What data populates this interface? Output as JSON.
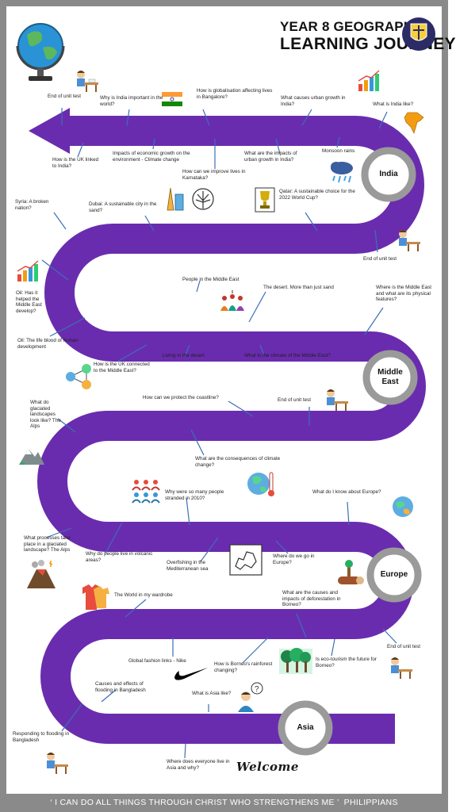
{
  "header": {
    "title_line1": "YEAR 8 GEOGRAPHY",
    "title_line2": "LEARNING JOURNEY"
  },
  "footer": {
    "motto": "‘ I CAN DO ALL THINGS THROUGH CHRIST WHO STRENGTHENS ME ’",
    "reference": "PHILIPPIANS"
  },
  "hubs": {
    "india": "India",
    "middle_east_1": "Middle",
    "middle_east_2": "East",
    "europe": "Europe",
    "asia": "Asia"
  },
  "labels": {
    "end_unit_top": "End of unit test",
    "why_india": "Why is India important in the world?",
    "globalisation": "How is globalisation affecting lives in Bangalore?",
    "urban_growth_cause": "What causes urban growth in India?",
    "what_india_like": "What is India like?",
    "uk_linked_india": "How is the UK linked to India?",
    "econ_growth": "Impacts of economic growth on the environment - Climate change",
    "urban_growth_impacts": "What are the impacts of urban growth in India?",
    "monsoon": "Monsoon rains",
    "improve_karnataka": "How can we improve lives in Karnataka?",
    "syria": "Syria: A broken nation?",
    "dubai": "Dubai: A sustainable city in the sand?",
    "qatar": "Qatar: A sustainable choice for the 2022 World Cup?",
    "end_unit_india": "End of unit test",
    "oil_helped": "Oil: Has it helped the Middle East develop?",
    "people_me": "People in the Middle East",
    "desert_sand": "The desert. More than just sand",
    "where_me": "Where is the Middle East and what are its physical features?",
    "oil_blood": "Oil: The life blood of human development",
    "uk_connected_me": "How is the UK connected to the Middle East?",
    "living_desert": "Living in the desert",
    "climate_me": "What is the climate of the Middle East?",
    "protect_coast": "How can we protect the coastline?",
    "end_unit_me": "End of unit test",
    "glaciated_look": "What do glaciated landscapes look like? The Alps",
    "climate_consequences": "What are the consequences of climate change?",
    "stranded_2010": "Why were so many people stranded in 2010?",
    "know_europe": "What do I know about Europe?",
    "glacial_processes": "What processes take place in a glaciated landscape? The Alps",
    "volcanic": "Why do people live in volcanic areas?",
    "overfishing": "Overfishing in the Mediterranean sea",
    "where_europe": "Where do we go in Europe?",
    "wardrobe": "The World in my wardrobe",
    "deforestation": "What are the causes and impacts of deforestation in Borneo?",
    "end_unit_europe": "End of unit test",
    "fashion_links": "Global fashion links - Nike",
    "borneo_changing": "How is Borneo's rainforest changing?",
    "ecotourism": "Is eco-tourism the future for Borneo?",
    "flooding_bangladesh": "Causes and effects of flooding in Bangladesh",
    "asia_like": "What is Asia like?",
    "responding_flooding": "Responding to flooding in Bangladesh",
    "where_asia": "Where does everyone live in Asia and why?",
    "welcome": "Welcome"
  },
  "colors": {
    "path": "#6a2cae",
    "hub_ring": "#9a9a9a",
    "frame": "#8a8a8a"
  },
  "icons": [
    "globe-icon",
    "school-crest-icon",
    "student-desk-icon",
    "india-flag-icon",
    "bar-chart-icon",
    "india-map-icon",
    "rain-cloud-icon",
    "burj-icon",
    "palm-island-icon",
    "trophy-icon",
    "people-group-icon",
    "network-icon",
    "mountain-icon",
    "world-climate-icon",
    "europe-map-icon",
    "log-icon",
    "volcano-icon",
    "clothes-icon",
    "nike-swoosh-icon",
    "rainforest-icon",
    "thinking-person-icon"
  ]
}
